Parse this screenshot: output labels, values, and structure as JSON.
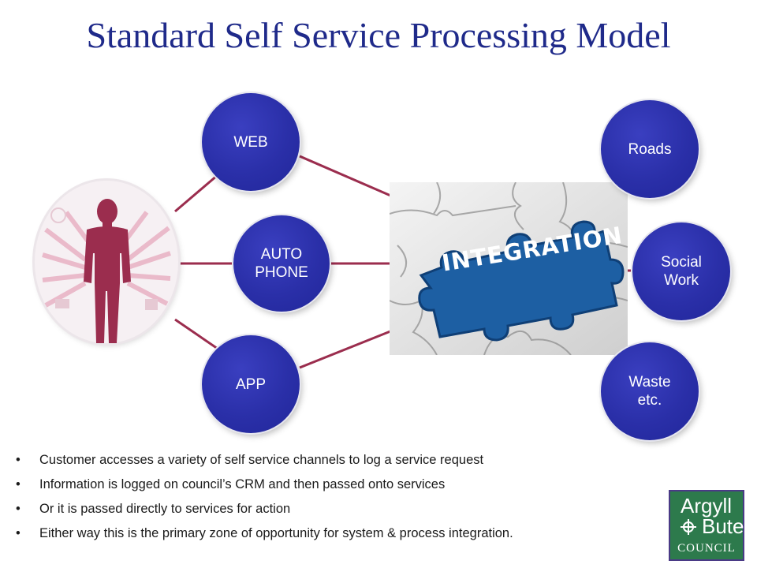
{
  "title": "Standard Self Service Processing Model",
  "channels": [
    {
      "label": "WEB"
    },
    {
      "label": "AUTO\nPHONE"
    },
    {
      "label": "APP"
    }
  ],
  "integration_label": "INTEGRATION",
  "services": [
    {
      "label": "Roads"
    },
    {
      "label": "Social\nWork"
    },
    {
      "label": "Waste\netc."
    }
  ],
  "bullets": [
    "Customer accesses a variety of self service channels to log a service request",
    "Information is logged on council’s CRM and then passed onto services",
    "Or it is passed directly to services for action",
    "Either way this is the primary zone of opportunity for system & process integration."
  ],
  "logo": {
    "line1": "Argyll",
    "line2": "Bute",
    "line3": "COUNCIL"
  },
  "colors": {
    "node_blue": "#2a2fa8",
    "connector": "#9b2d4e",
    "person": "#9b2d4e",
    "puzzle_blue": "#1d5fa3",
    "logo_green": "#2d7a4c"
  }
}
